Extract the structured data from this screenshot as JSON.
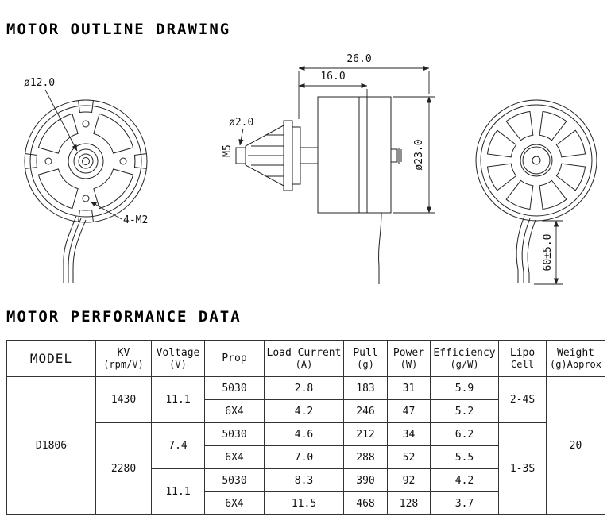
{
  "titles": {
    "outline": "MOTOR OUTLINE DRAWING",
    "performance": "MOTOR PERFORMANCE DATA"
  },
  "drawing": {
    "front_view": {
      "diameter_label": "ø12.0",
      "mount_label": "4-M2"
    },
    "side_view": {
      "overall_length": "26.0",
      "body_length": "16.0",
      "shaft_diameter": "ø2.0",
      "thread_label": "M5",
      "body_diameter": "ø23.0"
    },
    "back_view": {
      "wire_length": "60±5.0"
    }
  },
  "table": {
    "headers": {
      "model": "MODEL",
      "kv_1": "KV",
      "kv_2": "(rpm/V)",
      "voltage_1": "Voltage",
      "voltage_2": "(V)",
      "prop": "Prop",
      "load_1": "Load Current",
      "load_2": "(A)",
      "pull_1": "Pull",
      "pull_2": "(g)",
      "power_1": "Power",
      "power_2": "(W)",
      "eff_1": "Efficiency",
      "eff_2": "(g/W)",
      "lipo_1": "Lipo",
      "lipo_2": "Cell",
      "weight_1": "Weight",
      "weight_2": "(g)Approx"
    },
    "model": "D1806",
    "weight": "20",
    "kv_spans": [
      {
        "value": "1430"
      },
      {
        "value": "2280"
      }
    ],
    "voltage_spans": [
      {
        "value": "11.1"
      },
      {
        "value": "7.4"
      },
      {
        "value": "11.1"
      }
    ],
    "lipo_spans": [
      {
        "value": "2-4S"
      },
      {
        "value": "1-3S"
      }
    ],
    "rows": [
      {
        "prop": "5030",
        "load_current": "2.8",
        "pull": "183",
        "power": "31",
        "efficiency": "5.9"
      },
      {
        "prop": "6X4",
        "load_current": "4.2",
        "pull": "246",
        "power": "47",
        "efficiency": "5.2"
      },
      {
        "prop": "5030",
        "load_current": "4.6",
        "pull": "212",
        "power": "34",
        "efficiency": "6.2"
      },
      {
        "prop": "6X4",
        "load_current": "7.0",
        "pull": "288",
        "power": "52",
        "efficiency": "5.5"
      },
      {
        "prop": "5030",
        "load_current": "8.3",
        "pull": "390",
        "power": "92",
        "efficiency": "4.2"
      },
      {
        "prop": "6X4",
        "load_current": "11.5",
        "pull": "468",
        "power": "128",
        "efficiency": "3.7"
      }
    ]
  }
}
